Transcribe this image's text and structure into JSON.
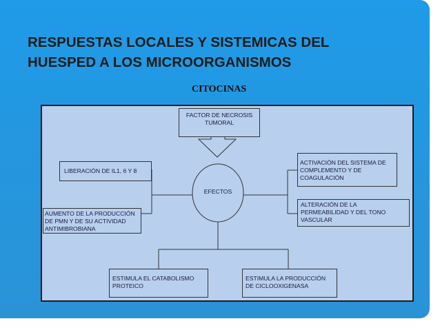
{
  "slide": {
    "title_line1": "RESPUESTAS LOCALES Y SISTEMICAS DEL",
    "title_line2": "HUESPED A LOS MICROORGANISMOS",
    "subtitle": "CITOCINAS"
  },
  "diagram": {
    "top_box": "FACTOR DE NECROSIS TUMORAL",
    "center": "EFECTOS",
    "left_top": "LIBERACIÓN DE IL1, 6 Y 8",
    "left_bottom": "AUMENTO DE LA PRODUCCIÓN DE PMN Y DE SU ACTIVIDAD ANTIMIBROBIANA",
    "right_top": "ACTIVACIÓN DEL SISTEMA DE COMPLEMENTO Y DE COAGULACIÓN",
    "right_bottom": "ALTERACIÓN DE LA PERMEABILIDAD Y DEL TONO VASCULAR",
    "bottom_left": "ESTIMULA EL CATABOLISMO PROTEICO",
    "bottom_right": "ESTIMULA LA PRODUCCIÓN DE CICLOOXIGENASA"
  }
}
